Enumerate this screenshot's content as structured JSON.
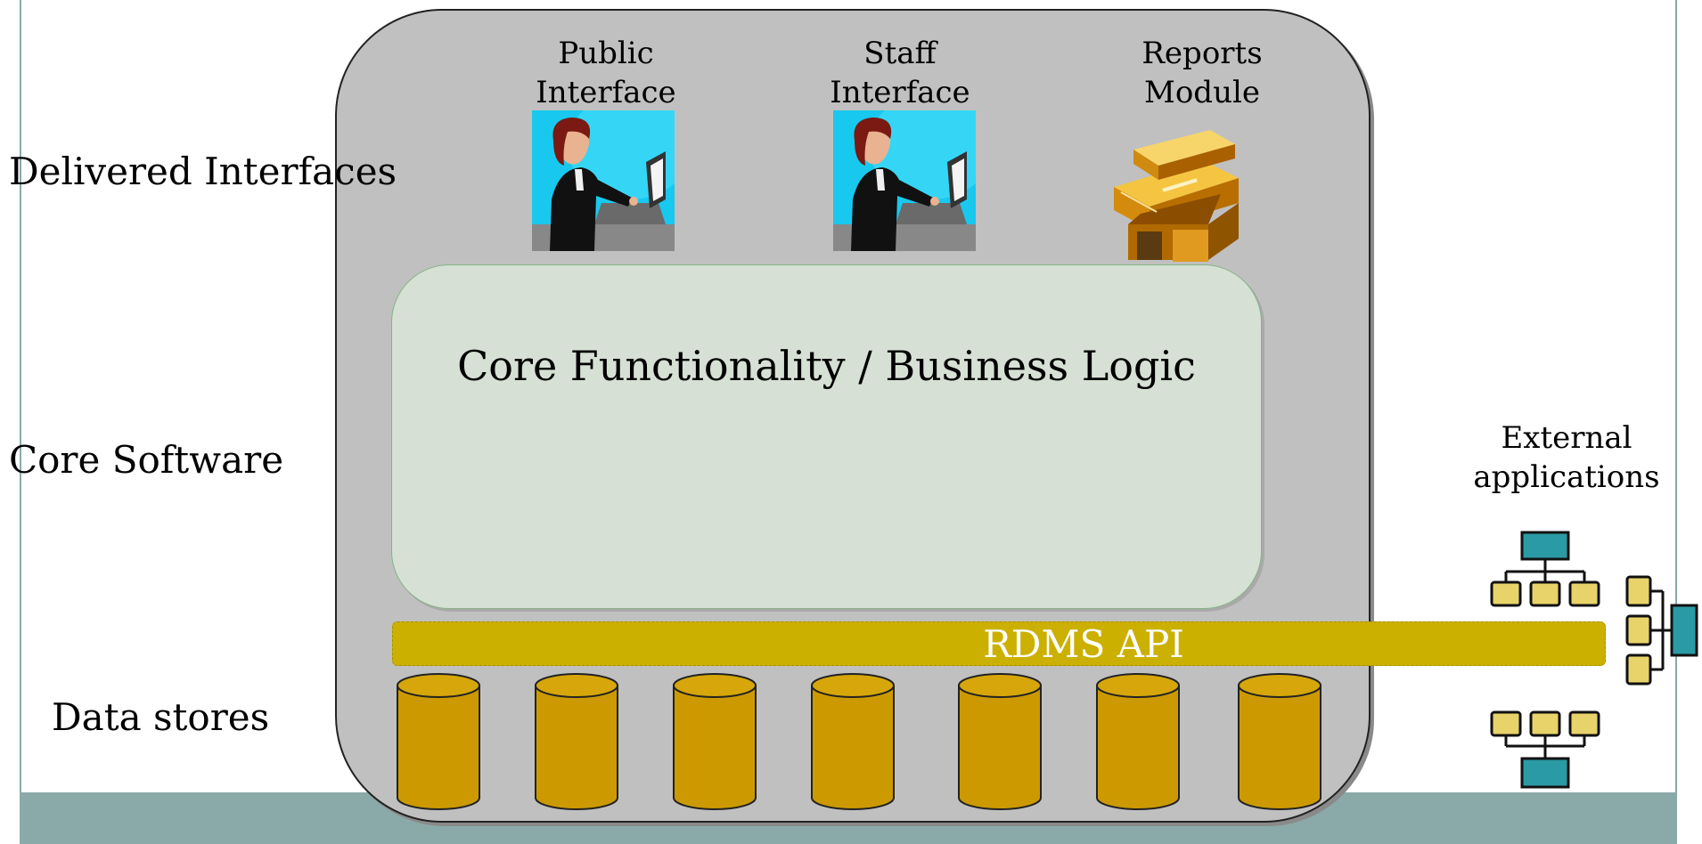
{
  "side_labels": {
    "delivered": "Delivered Interfaces",
    "core": "Core Software",
    "data": "Data stores"
  },
  "interfaces": [
    {
      "label": "Public Interface",
      "icon": "computer-user-icon"
    },
    {
      "label": "Staff Interface",
      "icon": "computer-user-icon"
    },
    {
      "label": "Reports Module",
      "icon": "printer-icon"
    }
  ],
  "core": {
    "text": "Core Functionality / Business Logic"
  },
  "api": {
    "text": "RDMS API"
  },
  "external": {
    "label": "External applications",
    "icons": [
      "org-chart-icon",
      "org-chart-icon",
      "org-chart-icon"
    ]
  },
  "data_stores": {
    "count": 7,
    "icon": "database-cylinder-icon"
  },
  "colors": {
    "outer_box": "#c0c0c0",
    "core_box": "#d6e0d4",
    "api_bar": "#ccb000",
    "cylinder": "#cc9a00",
    "footer": "#8aaaa9",
    "org_node_teal": "#2a9aa4",
    "org_node_yellow": "#e8d36a"
  }
}
